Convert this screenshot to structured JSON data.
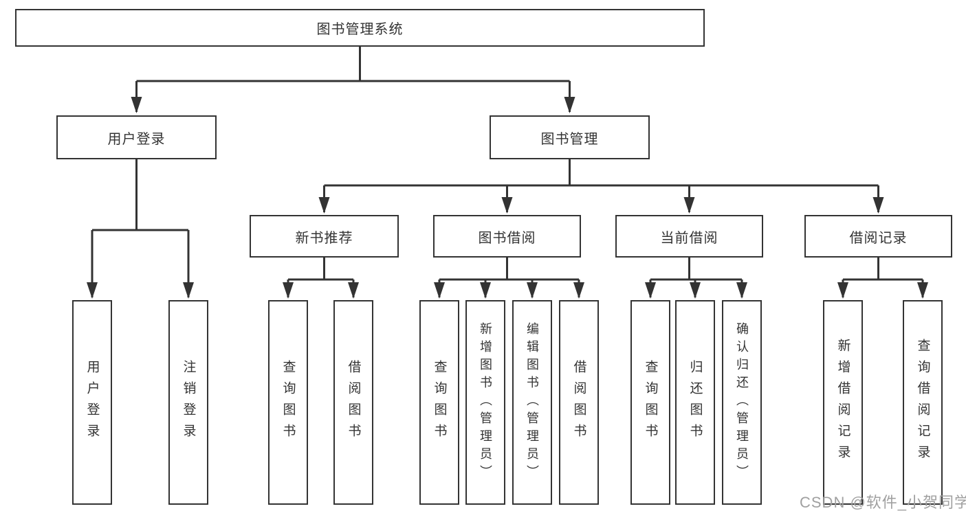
{
  "diagram": {
    "title": "图书管理系统",
    "level2": {
      "user_login": "用户登录",
      "book_management": "图书管理"
    },
    "level3": {
      "new_book_recommend": "新书推荐",
      "book_borrowing": "图书借阅",
      "current_borrowing": "当前借阅",
      "borrowing_records": "借阅记录"
    },
    "leaves": {
      "user_login": [
        "用户登录",
        "注销登录"
      ],
      "new_book_recommend": [
        "查询图书",
        "借阅图书"
      ],
      "book_borrowing": [
        "查询图书",
        "新增图书（管理员）",
        "编辑图书（管理员）",
        "借阅图书"
      ],
      "current_borrowing": [
        "查询图书",
        "归还图书",
        "确认归还（管理员）"
      ],
      "borrowing_records": [
        "新增借阅记录",
        "查询借阅记录"
      ]
    }
  },
  "watermark": "CSDN @软件_小贺同学",
  "colors": {
    "line": "#333333",
    "box_border": "#333333",
    "text": "#333333",
    "watermark": "#a0a0a0",
    "background": "#ffffff"
  }
}
